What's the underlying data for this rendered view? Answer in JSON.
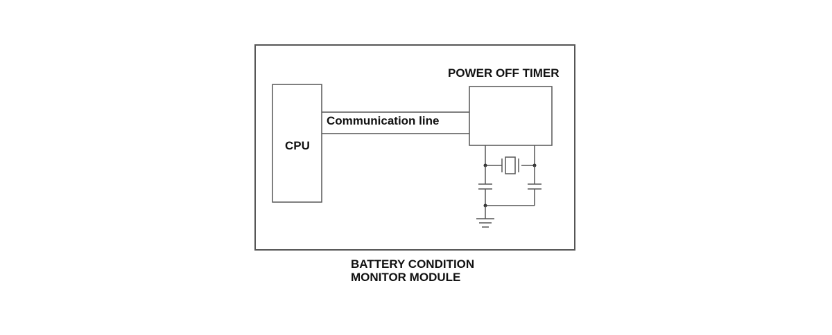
{
  "labels": {
    "cpu": "CPU",
    "communication_line": "Communication line",
    "power_off_timer": "POWER OFF TIMER",
    "module_line1": "BATTERY CONDITION",
    "module_line2": "MONITOR MODULE"
  },
  "colors": {
    "stroke": "#555555",
    "text": "#111111",
    "background": "#ffffff"
  }
}
